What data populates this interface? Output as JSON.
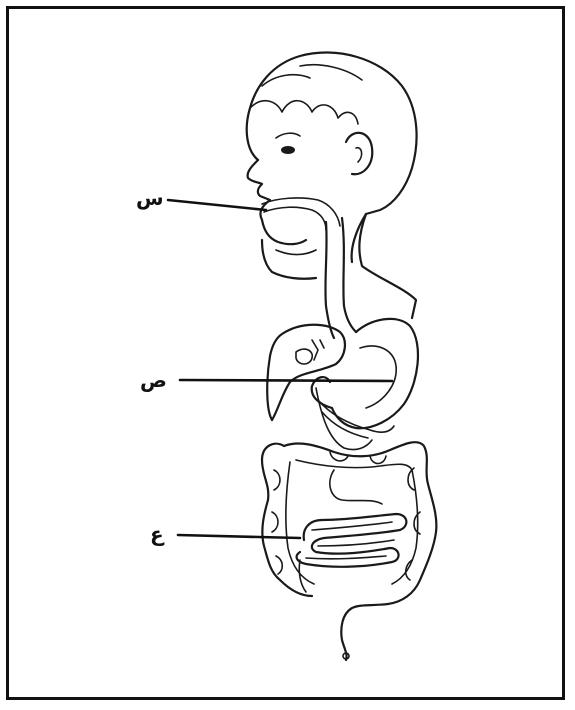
{
  "labels": {
    "mouth": "س",
    "stomach": "ص",
    "intestine": "ع"
  },
  "colors": {
    "ink": "#111111",
    "background": "#ffffff"
  }
}
